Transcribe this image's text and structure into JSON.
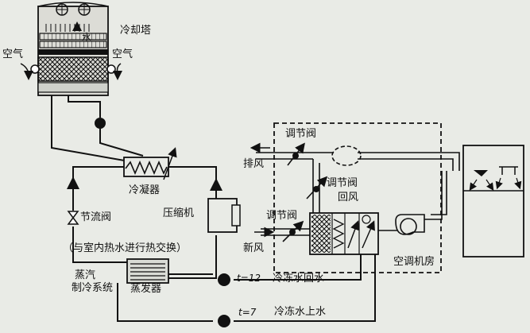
{
  "diagram": {
    "cooling_tower": "冷却塔",
    "water_in_tower": "水",
    "air_left": "空气",
    "air_right": "空气",
    "condenser": "冷凝器",
    "compressor": "压缩机",
    "throttle_valve": "节流阀",
    "heat_exchange_note": "（与室内热水进行热交换）",
    "refrigeration_system_line1": "蒸汽",
    "refrigeration_system_line2": "制冷系统",
    "evaporator": "蒸发器",
    "return_temp": "t=12",
    "chilled_return": "冷冻水回水",
    "supply_temp": "t=7",
    "chilled_supply": "冷冻水上水",
    "damper_top": "调节阀",
    "exhaust_air": "排风",
    "damper_mid": "调节阀",
    "return_air": "回风",
    "damper_fresh": "调节阀",
    "fresh_air": "新风",
    "ahu_room": "空调机房"
  },
  "colors": {
    "background": "#e9ebe6",
    "line": "#111111",
    "tower_fill": "#d8dad4"
  }
}
